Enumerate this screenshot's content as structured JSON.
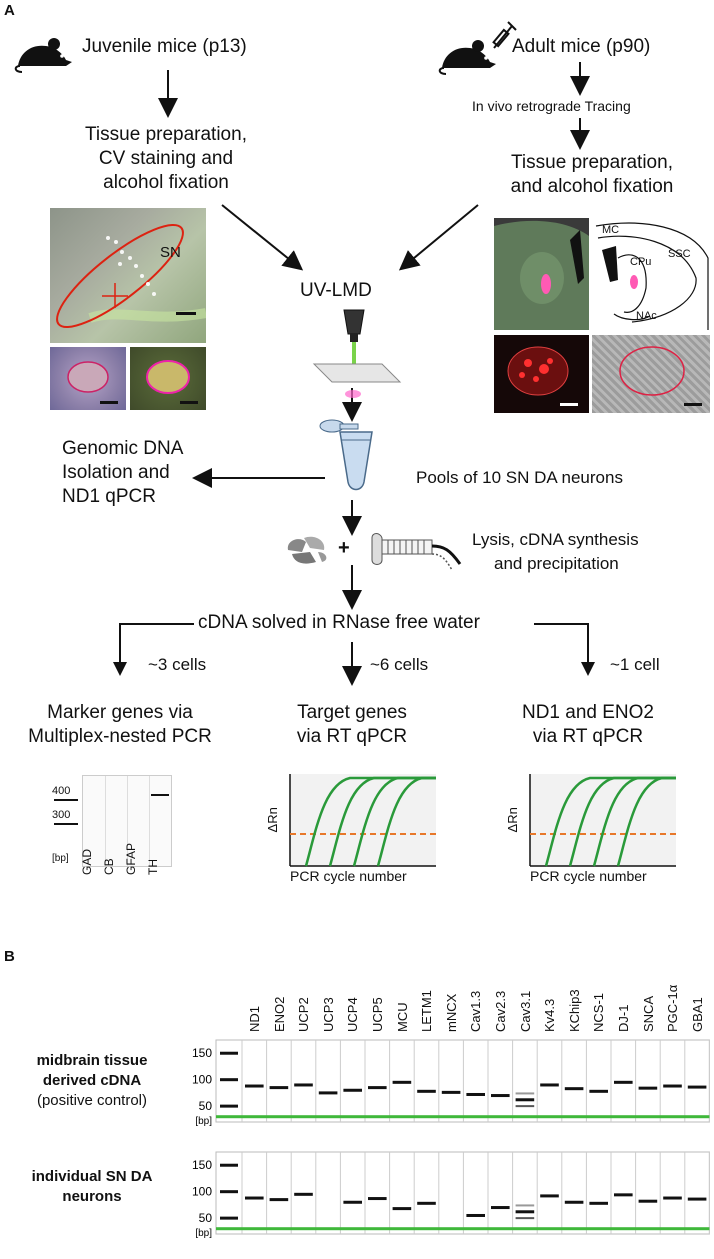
{
  "panel_a": {
    "letter": "A",
    "juvenile": "Juvenile mice (p13)",
    "adult": "Adult mice (p90)",
    "retro": "In vivo retrograde Tracing",
    "tissue_left_1": "Tissue preparation,",
    "tissue_left_2": "CV staining and",
    "tissue_left_3": "alcohol fixation",
    "tissue_right_1": "Tissue preparation,",
    "tissue_right_2": "and alcohol fixation",
    "uvlmd": "UV-LMD",
    "sn_label": "SN",
    "brain_labels": {
      "mc": "MC",
      "ssc": "SSC",
      "cpu": "CPu",
      "nac": "NAc"
    },
    "genomic_1": "Genomic DNA",
    "genomic_2": "Isolation and",
    "genomic_3": "ND1 qPCR",
    "pools": "Pools of 10 SN DA neurons",
    "plus": "+",
    "lysis_1": "Lysis, cDNA synthesis",
    "lysis_2": "and precipitation",
    "cdna": "cDNA solved in RNase free water",
    "split_left": "~3 cells",
    "split_mid": "~6 cells",
    "split_right": "~1 cell",
    "marker_1": "Marker genes via",
    "marker_2": "Multiplex-nested PCR",
    "target_1": "Target genes",
    "target_2": "via RT qPCR",
    "nd1_1": "ND1 and ENO2",
    "nd1_2": "via RT qPCR",
    "gel_small": {
      "ticks": [
        "400",
        "300"
      ],
      "unit": "[bp]",
      "lanes": [
        "GAD",
        "CB",
        "GFAP",
        "TH"
      ]
    },
    "qpcr": {
      "ylabel": "ΔRn",
      "xlabel": "PCR cycle number"
    }
  },
  "panel_b": {
    "letter": "B",
    "genes": [
      "ND1",
      "ENO2",
      "UCP2",
      "UCP3",
      "UCP4",
      "UCP5",
      "MCU",
      "LETM1",
      "mNCX",
      "Cav1.3",
      "Cav2.3",
      "Cav3.1",
      "Kv4.3",
      "KChip3",
      "NCS-1",
      "DJ-1",
      "SNCA",
      "PGC-1α",
      "GBA1"
    ],
    "row1_title_1": "midbrain tissue",
    "row1_title_2": "derived cDNA",
    "row1_title_3": "(positive control)",
    "row2_title_1": "individual SN DA",
    "row2_title_2": "neurons",
    "ladder_ticks": [
      "150",
      "100",
      "50"
    ],
    "unit": "[bp]"
  },
  "chart_data": [
    {
      "type": "gel",
      "title": "midbrain tissue derived cDNA (positive control)",
      "categories": [
        "ND1",
        "ENO2",
        "UCP2",
        "UCP3",
        "UCP4",
        "UCP5",
        "MCU",
        "LETM1",
        "mNCX",
        "Cav1.3",
        "Cav2.3",
        "Cav3.1",
        "Kv4.3",
        "KChip3",
        "NCS-1",
        "DJ-1",
        "SNCA",
        "PGC-1α",
        "GBA1"
      ],
      "values": [
        88,
        85,
        90,
        75,
        80,
        85,
        95,
        78,
        76,
        72,
        70,
        62,
        90,
        83,
        78,
        95,
        84,
        88,
        86
      ],
      "ylabel": "[bp]",
      "ylim": [
        20,
        175
      ]
    },
    {
      "type": "gel",
      "title": "individual SN DA neurons",
      "categories": [
        "ND1",
        "ENO2",
        "UCP2",
        "UCP3",
        "UCP4",
        "UCP5",
        "MCU",
        "LETM1",
        "mNCX",
        "Cav1.3",
        "Cav2.3",
        "Cav3.1",
        "Kv4.3",
        "KChip3",
        "NCS-1",
        "DJ-1",
        "SNCA",
        "PGC-1α",
        "GBA1"
      ],
      "values": [
        88,
        85,
        95,
        null,
        80,
        87,
        68,
        78,
        null,
        55,
        70,
        62,
        92,
        80,
        78,
        94,
        82,
        88,
        86
      ],
      "ylabel": "[bp]",
      "ylim": [
        20,
        175
      ]
    }
  ]
}
